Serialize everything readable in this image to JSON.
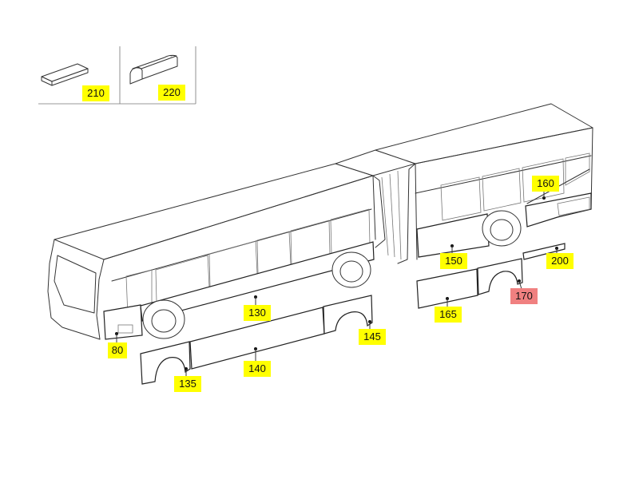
{
  "colors": {
    "callout": "#ffff00",
    "callout_highlight": "#f08080",
    "line": "#333333"
  },
  "legend": [
    {
      "number": "210",
      "icon": "flat-strip-icon"
    },
    {
      "number": "220",
      "icon": "rounded-profile-icon"
    }
  ],
  "parts": [
    {
      "number": "80"
    },
    {
      "number": "130"
    },
    {
      "number": "135"
    },
    {
      "number": "140"
    },
    {
      "number": "145"
    },
    {
      "number": "150"
    },
    {
      "number": "160"
    },
    {
      "number": "165"
    },
    {
      "number": "170",
      "highlighted": true
    },
    {
      "number": "200"
    }
  ]
}
